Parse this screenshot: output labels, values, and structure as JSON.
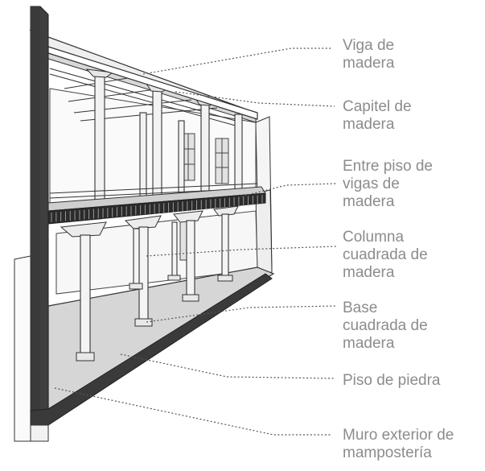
{
  "labels": {
    "viga": [
      "Viga de",
      "madera"
    ],
    "capitel": [
      "Capitel de",
      "madera"
    ],
    "entrepiso": [
      "Entre piso de",
      "vigas de",
      "madera"
    ],
    "columna": [
      "Columna",
      "cuadrada de",
      "madera"
    ],
    "base": [
      "Base",
      "cuadrada de",
      "madera"
    ],
    "piso": [
      "Piso de piedra"
    ],
    "muro": [
      "Muro exterior de",
      "mampostería"
    ]
  },
  "colors": {
    "wall_dark": "#3f3f3f",
    "floor": "#d6d6d6",
    "line": "#333333",
    "leader": "#555555",
    "label_text": "#8c8c8c"
  }
}
